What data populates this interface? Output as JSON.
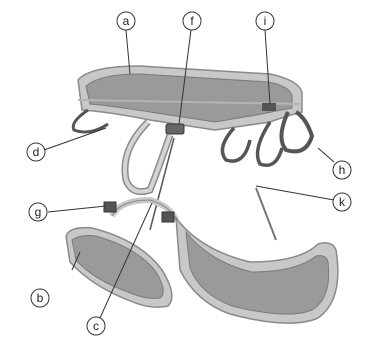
{
  "colors": {
    "webbing_light": "#c8c8c8",
    "webbing_edge": "#8a8a8a",
    "padding_dark": "#9a9a9a",
    "loop_dark": "#555555",
    "callout_line": "#333333",
    "background": "#ffffff"
  },
  "callouts": [
    {
      "id": "a",
      "label": "a"
    },
    {
      "id": "b",
      "label": "b"
    },
    {
      "id": "c",
      "label": "c"
    },
    {
      "id": "d",
      "label": "d"
    },
    {
      "id": "f",
      "label": "f"
    },
    {
      "id": "g",
      "label": "g"
    },
    {
      "id": "h",
      "label": "h"
    },
    {
      "id": "i",
      "label": "i"
    },
    {
      "id": "k",
      "label": "k"
    }
  ]
}
